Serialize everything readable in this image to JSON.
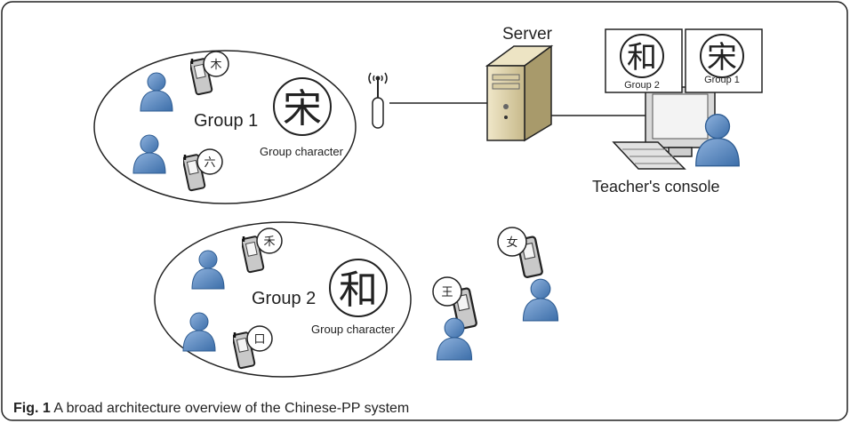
{
  "diagram": {
    "server_label": "Server",
    "teacher_console_label": "Teacher's console",
    "group1": {
      "label": "Group 1",
      "character": "宋",
      "character_caption": "Group character",
      "member_chars": [
        "木",
        "六"
      ]
    },
    "group2": {
      "label": "Group 2",
      "character": "和",
      "character_caption": "Group character",
      "member_chars": [
        "禾",
        "口"
      ]
    },
    "monitors": [
      {
        "character": "和",
        "label": "Group 2"
      },
      {
        "character": "宋",
        "label": "Group 1"
      }
    ],
    "free_students": [
      {
        "char": "王"
      },
      {
        "char": "女"
      }
    ]
  },
  "caption": {
    "prefix": "Fig. 1",
    "text": "A broad architecture overview of the Chinese-PP system"
  }
}
